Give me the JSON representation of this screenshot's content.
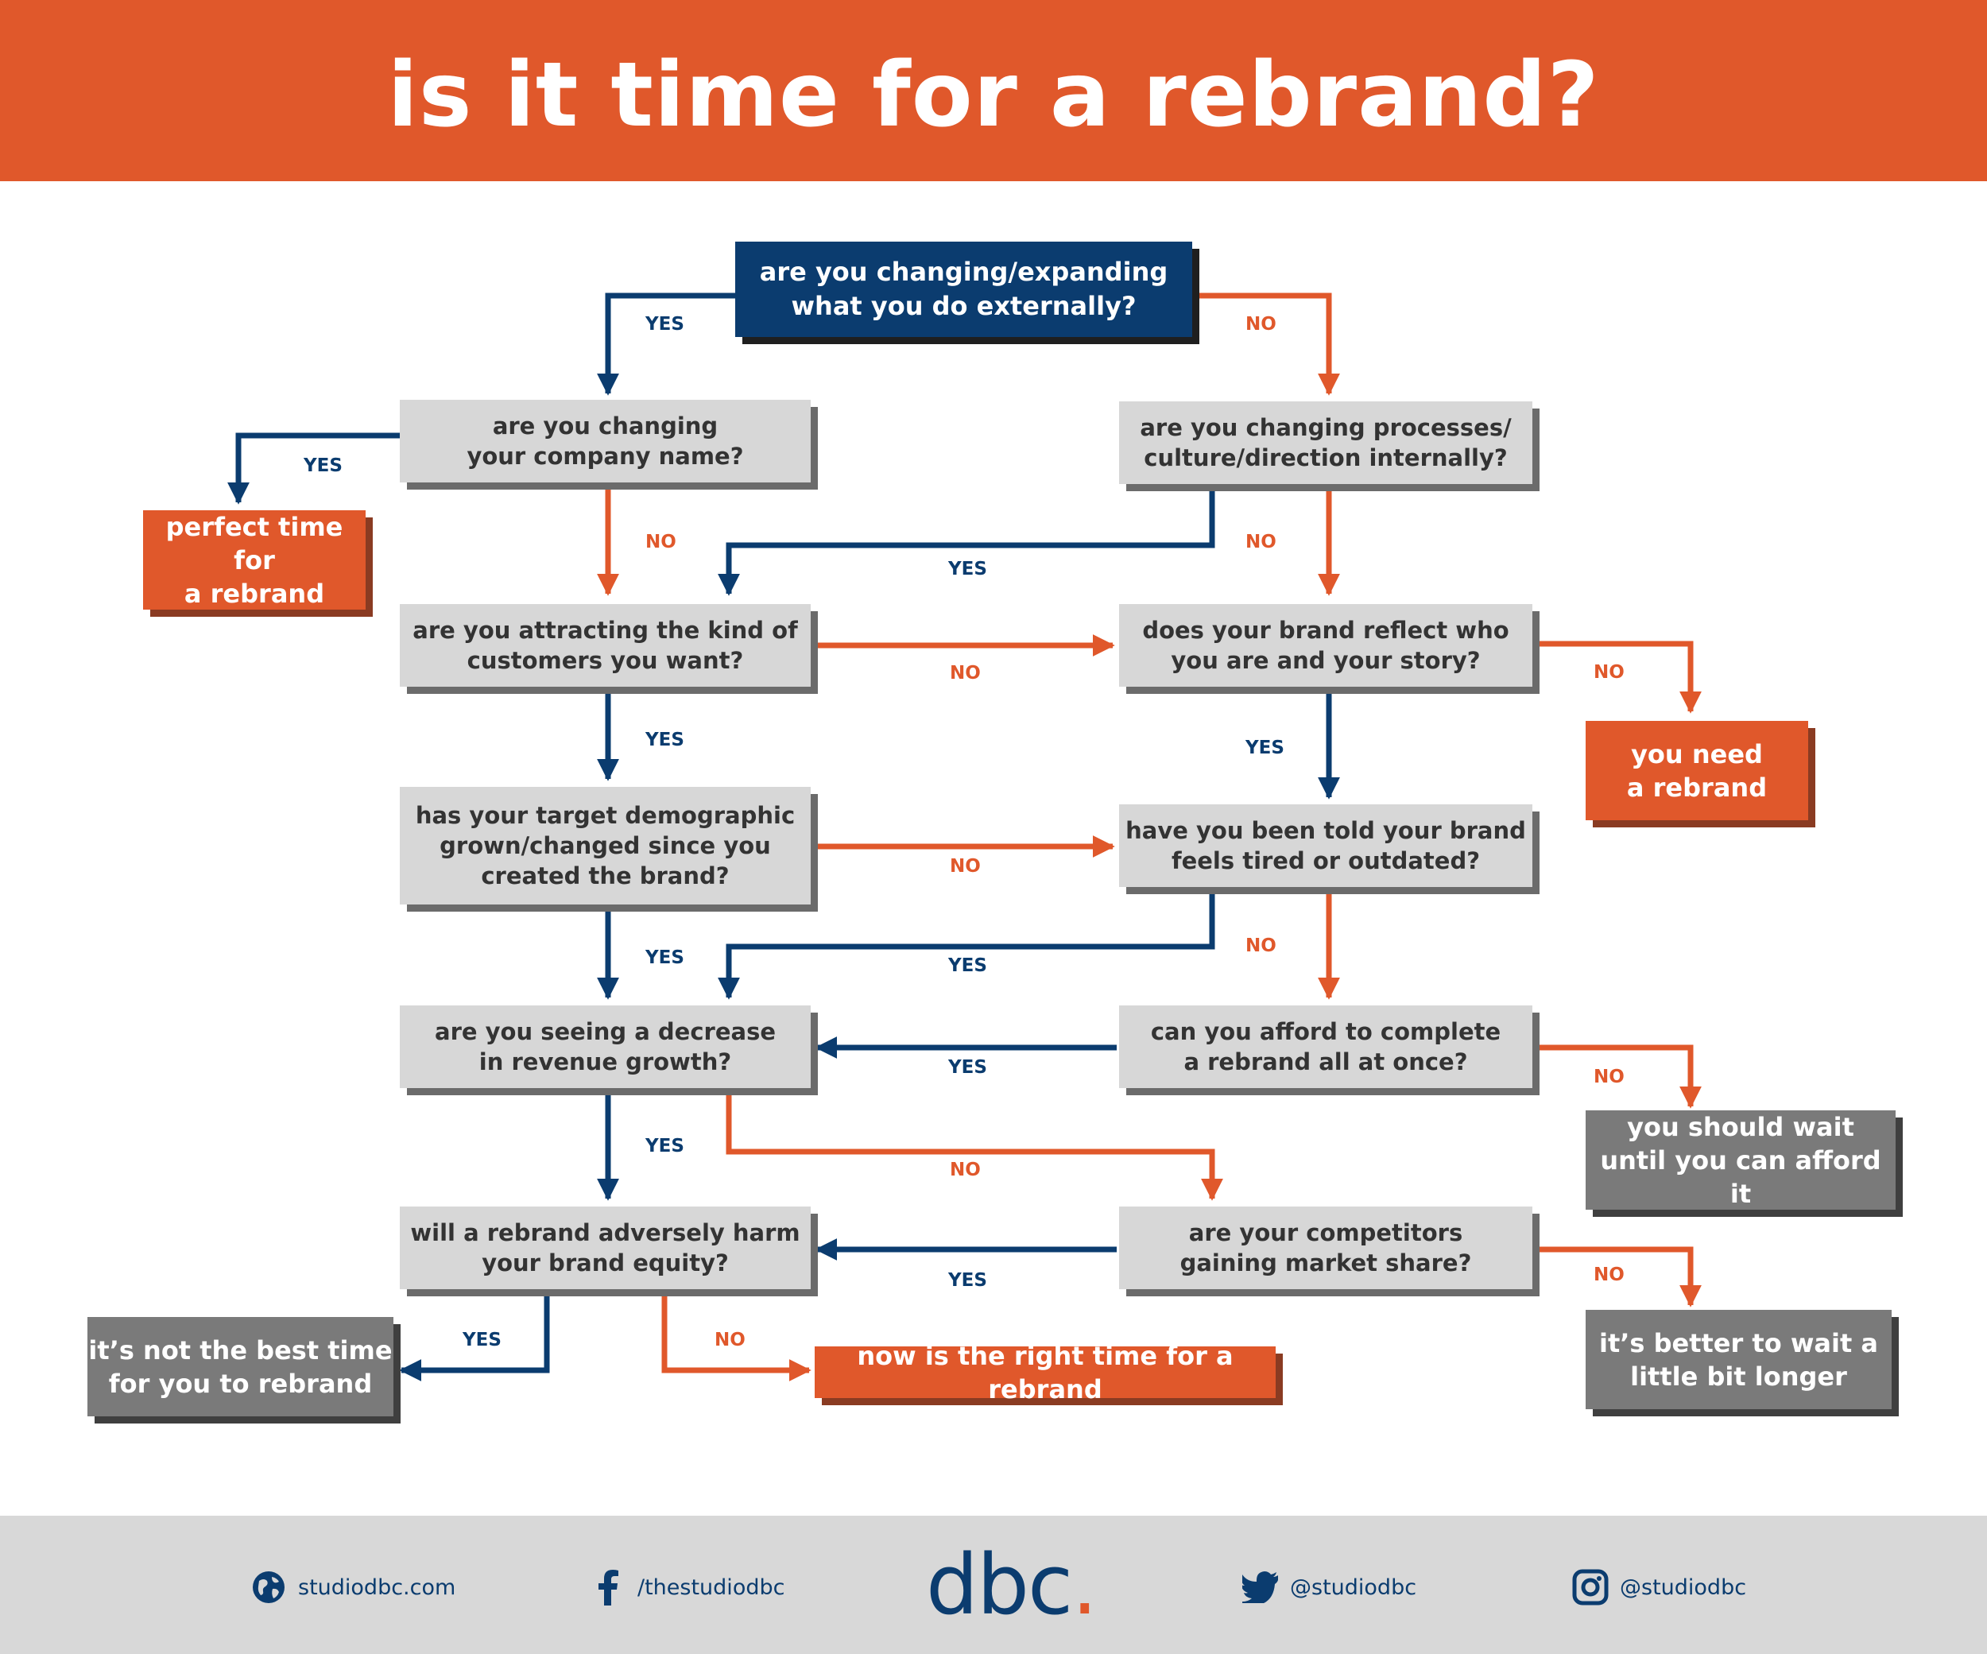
{
  "title": "is it time for a rebrand?",
  "colors": {
    "orange": "#e0582b",
    "navy": "#0b3c6f",
    "question_gray": "#d7d7d7",
    "result_gray": "#7a7a7a"
  },
  "questions": {
    "q_expanding": "are you changing/expanding\nwhat you do externally?",
    "q_company_name": "are you changing\nyour company name?",
    "q_processes": "are you changing processes/\nculture/direction internally?",
    "q_attracting": "are you attracting the kind of\ncustomers you want?",
    "q_brand_reflect": "does your brand reflect who\nyou are and your story?",
    "q_demographic": "has your target demographic\ngrown/changed since you\ncreated the brand?",
    "q_told_tired": "have you been told your brand\nfeels tired or outdated?",
    "q_revenue": "are you seeing a decrease\nin revenue growth?",
    "q_afford": "can you afford to complete\na rebrand all at once?",
    "q_harm_equity": "will a rebrand adversely harm\nyour brand equity?",
    "q_competitors": "are your competitors\ngaining market share?"
  },
  "results": {
    "perfect_time": "perfect time for\na rebrand",
    "need_rebrand": "you need\na rebrand",
    "wait_afford": "you should wait\nuntil you can afford it",
    "not_best_time": "it’s not the best time\nfor you to rebrand",
    "right_time": "now is the right time for a rebrand",
    "wait_longer": "it’s better to wait a\nlittle bit longer"
  },
  "labels": {
    "yes": "YES",
    "no": "NO"
  },
  "footer": {
    "website": "studiodbc.com",
    "facebook": "/thestudiodbc",
    "twitter": "@studiodbc",
    "instagram": "@studiodbc",
    "logo_text": "dbc",
    "logo_dot": ".",
    "icons": [
      "globe-icon",
      "facebook-icon",
      "twitter-icon",
      "instagram-icon"
    ]
  }
}
